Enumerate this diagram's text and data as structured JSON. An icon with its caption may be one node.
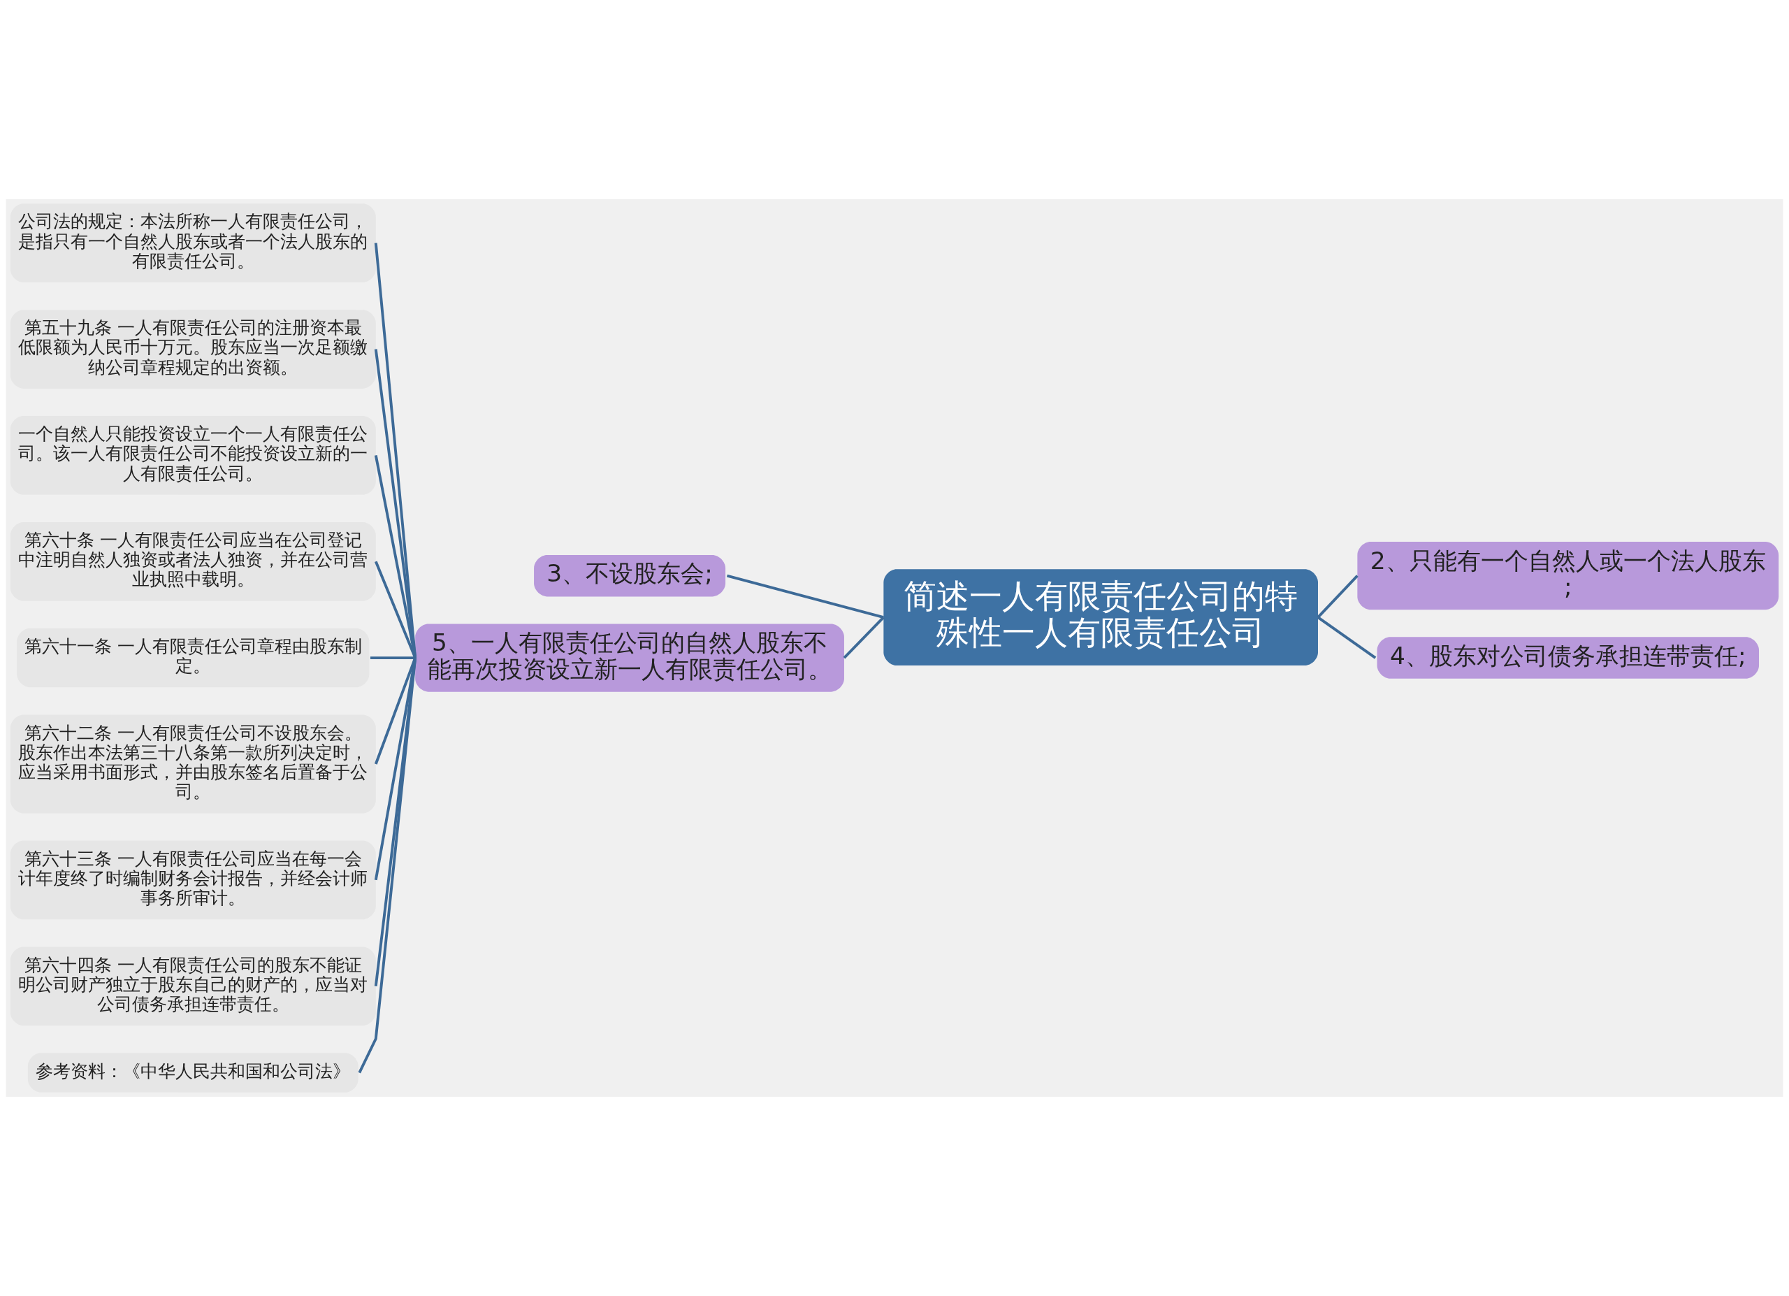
{
  "diagram": {
    "nodes": [
      {
        "text": [
          "简述一人有限责任公司的特殊性一人有限责任公司"
        ]
      },
      {
        "text": [
          "3、不设股东会;"
        ]
      },
      {
        "text": [
          "2、只能有一个自然人或一个法人股东;"
        ]
      },
      {
        "text": [
          "4、股东对公司债务承担连带责任;"
        ]
      },
      {
        "text": [
          "5、一人有限责任公司的自然人股东不能再次投资设立新一人有限责任公司。"
        ]
      },
      {
        "text": [
          "公司法的规定：本法所称一人有限责任公司，是指只有一个自然人股东或者一个法人股东的有限责任公司。"
        ]
      },
      {
        "text": [
          "第五十九条 一人有限责任公司的注册资本最低限额为人民币十万元。股东应当一次足额缴纳公司章程规定的出资额。"
        ]
      },
      {
        "text": [
          "一个自然人只能投资设立一个一人有限责任公司。该一人有限责任公司不能投资设立新的一人有限责任公司。"
        ]
      },
      {
        "text": [
          "第六十条 一人有限责任公司应当在公司登记中注明自然人独资或者法人独资，并在公司营业执照中载明。"
        ]
      },
      {
        "text": [
          "第六十一条 一人有限责任公司章程由股东制定。"
        ]
      },
      {
        "text": [
          "第六十二条 一人有限责任公司不设股东会。股东作出本法第三十八条第一款所列决定时，应当采用书面形式，并由股东签名后置备于公司。"
        ]
      },
      {
        "text": [
          "第六十三条 一人有限责任公司应当在每一会计年度终了时编制财务会计报告，并经会计师事务所审计。"
        ]
      },
      {
        "text": [
          "第六十四条 一人有限责任公司的股东不能证明公司财产独立于股东自己的财产的，应当对公司债务承担连带责任。"
        ]
      },
      {
        "text": [
          "参考资料：《中华人民共和国和公司法》"
        ]
      }
    ],
    "edges": [
      {
        "from": 1,
        "to": 0,
        "arrow": "none"
      },
      {
        "from": 0,
        "to": 2,
        "arrow": "none"
      },
      {
        "from": 0,
        "to": 3,
        "arrow": "none"
      },
      {
        "from": 4,
        "to": 0,
        "arrow": "none"
      },
      {
        "from": 5,
        "to": 4,
        "arrow": "none"
      },
      {
        "from": 6,
        "to": 4,
        "arrow": "none"
      },
      {
        "from": 7,
        "to": 4,
        "arrow": "none"
      },
      {
        "from": 8,
        "to": 4,
        "arrow": "none"
      },
      {
        "from": 9,
        "to": 4,
        "arrow": "none"
      },
      {
        "from": 10,
        "to": 4,
        "arrow": "none"
      },
      {
        "from": 11,
        "to": 4,
        "arrow": "none"
      },
      {
        "from": 12,
        "to": 4,
        "arrow": "none"
      },
      {
        "from": 13,
        "to": 4,
        "arrow": "none"
      }
    ]
  }
}
